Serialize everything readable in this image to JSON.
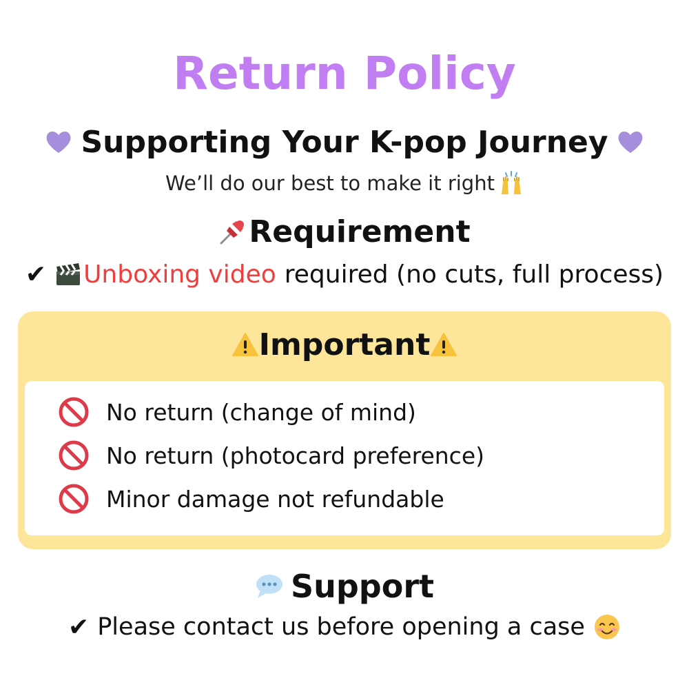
{
  "header": {
    "title": "Return Policy",
    "subtitle": "Supporting Your K-pop Journey",
    "tagline": "We’ll do our best to make it right",
    "icons": [
      "purple-heart-icon",
      "raising-hands-icon"
    ]
  },
  "requirement": {
    "heading": "Requirement",
    "check_mark": "✔",
    "highlight_text": "Unboxing video",
    "detail_text": "required (no cuts, full process)",
    "icons": [
      "pushpin-icon",
      "clapper-board-icon"
    ]
  },
  "important": {
    "heading": "Important",
    "icons": [
      "warning-icon",
      "prohibited-icon"
    ],
    "items": [
      {
        "text": "No return (change of mind)"
      },
      {
        "text": "No return (photocard preference)"
      },
      {
        "text": "Minor damage not refundable"
      }
    ]
  },
  "support": {
    "heading": "Support",
    "check_mark": "✔",
    "text": "Please contact us before opening a case",
    "icons": [
      "speech-bubble-icon",
      "smiling-face-icon"
    ]
  },
  "colors": {
    "title": "#c07ef2",
    "heart": "#a58fdc",
    "highlight": "#ef3e3e",
    "important_bg": "#fde59a",
    "prohibited": "#dd3b4a"
  }
}
